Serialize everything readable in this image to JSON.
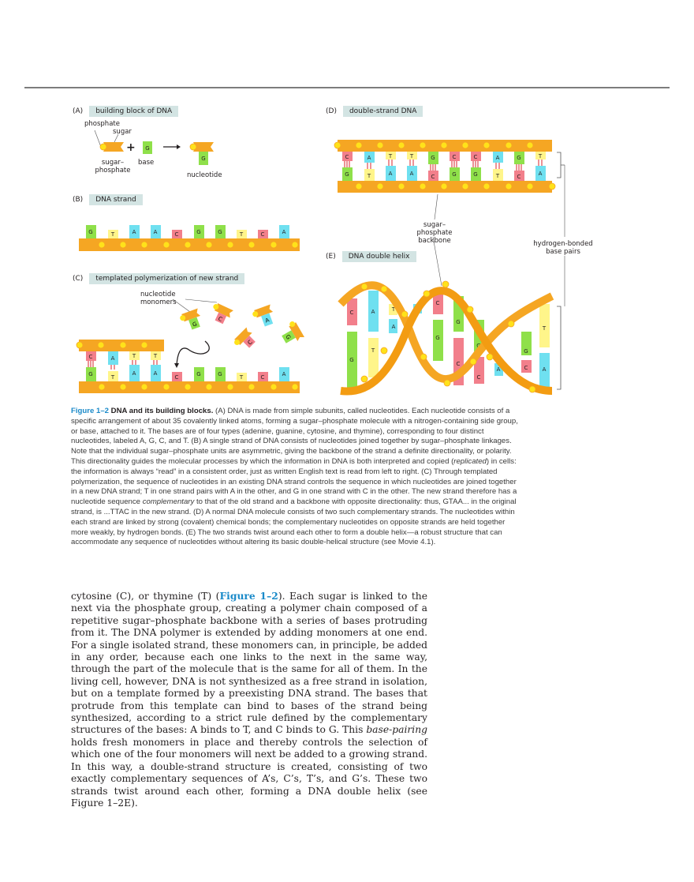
{
  "figure": {
    "panels": {
      "A": {
        "letter": "(A)",
        "title": "building block of DNA",
        "labels": {
          "phosphate": "phosphate",
          "sugar": "sugar",
          "sugar_phosphate_1": "sugar–",
          "sugar_phosphate_2": "phosphate",
          "base": "base",
          "base_letter": "G",
          "nucleotide": "nucleotide",
          "plus": "+"
        }
      },
      "B": {
        "letter": "(B)",
        "title": "DNA strand",
        "bases": [
          "G",
          "T",
          "A",
          "A",
          "C",
          "G",
          "G",
          "T",
          "C",
          "A"
        ]
      },
      "C": {
        "letter": "(C)",
        "title": "templated polymerization of new strand",
        "monomers_label_1": "nucleotide",
        "monomers_label_2": "monomers",
        "template_bases": [
          "G",
          "T",
          "A",
          "A",
          "C",
          "G",
          "G",
          "T",
          "C",
          "A"
        ],
        "new_bases": [
          "C",
          "A",
          "T",
          "T"
        ],
        "free_monomers": [
          "G",
          "C",
          "A",
          "C",
          "G"
        ]
      },
      "D": {
        "letter": "(D)",
        "title": "double-strand DNA",
        "top_bases": [
          "C",
          "A",
          "T",
          "T",
          "G",
          "C",
          "C",
          "A",
          "G",
          "T"
        ],
        "bottom_bases": [
          "G",
          "T",
          "A",
          "A",
          "C",
          "G",
          "G",
          "T",
          "C",
          "A"
        ]
      },
      "E": {
        "letter": "(E)",
        "title": "DNA double helix"
      }
    },
    "annotations": {
      "backbone_1": "sugar–phosphate",
      "backbone_2": "backbone",
      "hbond_1": "hydrogen-bonded",
      "hbond_2": "base pairs"
    },
    "colors": {
      "backbone": "#f5a623",
      "phosphate": "#ffe21a",
      "A": "#6fe0f0",
      "T": "#fff58a",
      "G": "#8fe04a",
      "C": "#f27f8b",
      "hbond": "#d9252b",
      "tag_bg": "#d3e4e3",
      "accent": "#1a8ac9"
    }
  },
  "caption": {
    "number": "Figure 1–2",
    "title": "DNA and its building blocks.",
    "p1": " (A) DNA is made from simple subunits, called nucleotides. Each nucleotide consists of a specific arrangement of about 35 covalently linked atoms, forming a sugar–phosphate molecule with a nitrogen-containing side group, or base, attached to it. The bases are of four types (adenine, guanine, cytosine, and thymine), corresponding to four distinct nucleotides, labeled A, G, C, and T. (B) A single strand of DNA consists of nucleotides joined together by sugar–phosphate linkages. Note that the individual sugar–phosphate units are asymmetric, giving the backbone of the strand a definite directionality, or polarity. This directionality guides the molecular processes by which the information in DNA is both interpreted and copied (",
    "p1_italic": "replicated",
    "p2": ") in cells: the information is always “read” in a consistent order, just as written English text is read from left to right. (C) Through templated polymerization, the sequence of nucleotides in an existing DNA strand controls the sequence in which nucleotides are joined together in a new DNA strand; T in one strand pairs with A in the other, and G in one strand with C in the other. The new strand therefore has a nucleotide sequence ",
    "p2_italic": "complementary",
    "p3": " to that of the old strand and a backbone with opposite directionality: thus, GTAA... in the original strand, is ...TTAC in the new strand. (D) A normal DNA molecule consists of two such complementary strands. The nucleotides within each strand are linked by strong (covalent) chemical bonds; the complementary nucleotides on opposite strands are held together more weakly, by hydrogen bonds. (E) The two strands twist around each other to form a double helix—a robust structure that can accommodate any sequence of nucleotides without altering its basic double-helical structure (see Movie 4.1)."
  },
  "body": {
    "t1": "cytosine (C), or thymine (T) (",
    "ref1": "Figure 1–2",
    "t2": "). Each sugar is linked to the next via the phosphate group, creating a polymer chain composed of a repetitive sugar–phosphate backbone with a series of bases protruding from it. The DNA polymer is extended by adding monomers at one end. For a single isolated strand, these monomers can, in principle, be added in any order, because each one links to the next in the same way, through the part of the molecule that is the same for all of them. In the living cell, however, DNA is not synthesized as a free strand in isolation, but on a template formed by a preexisting DNA strand. The bases that protrude from this template can bind to bases of the strand being synthe­sized, according to a strict rule defined by the complementary structures of the bases: A binds to T, and C binds to G. This ",
    "italic": "base-pairing",
    "t3": " holds fresh monomers in place and thereby controls the selection of which one of the four monomers will next be added to a growing strand. In this way, a double-strand structure is created, consisting of two exactly complementary sequences of A’s, C’s, T’s, and G’s. These two strands twist around each other, forming a DNA double helix (see Figure 1–2E)."
  }
}
